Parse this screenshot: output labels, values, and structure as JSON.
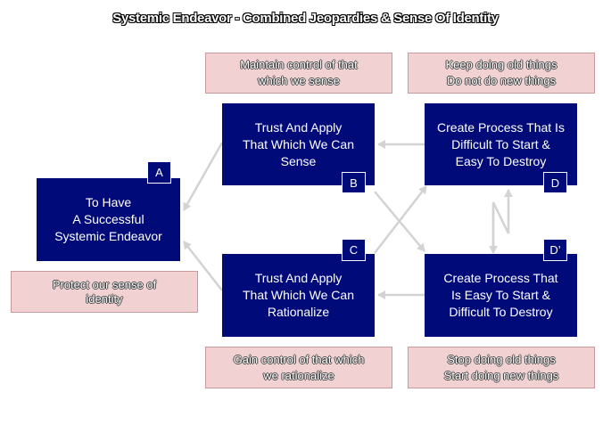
{
  "title": "Systemic Endeavor - Combined Jeopardies & Sense Of Identity",
  "boxes": {
    "a": {
      "text": "To Have\nA Successful\nSystemic Endeavor",
      "tag": "A"
    },
    "b": {
      "text": "Trust And Apply\nThat Which We Can\nSense",
      "tag": "B"
    },
    "c": {
      "text": "Trust And Apply\nThat Which We Can\nRationalize",
      "tag": "C"
    },
    "d": {
      "text": "Create Process That Is\nDifficult To Start &\nEasy To Destroy",
      "tag": "D"
    },
    "dp": {
      "text": "Create Process That\nIs Easy To Start &\nDifficult To Destroy",
      "tag": "D’"
    }
  },
  "notes": {
    "b_top": "Maintain control of that\nwhich we sense",
    "d_top": "Keep doing old things\nDo not do new things",
    "a_bottom": "Protect our sense of\nidentity",
    "c_bottom": "Gain control of that which\nwe rationalize",
    "dp_bottom": "Stop doing old things\nStart doing new things"
  },
  "colors": {
    "box": "#000a78",
    "note_fill": "#f2d1d3",
    "arrow": "#d3d3d3"
  }
}
